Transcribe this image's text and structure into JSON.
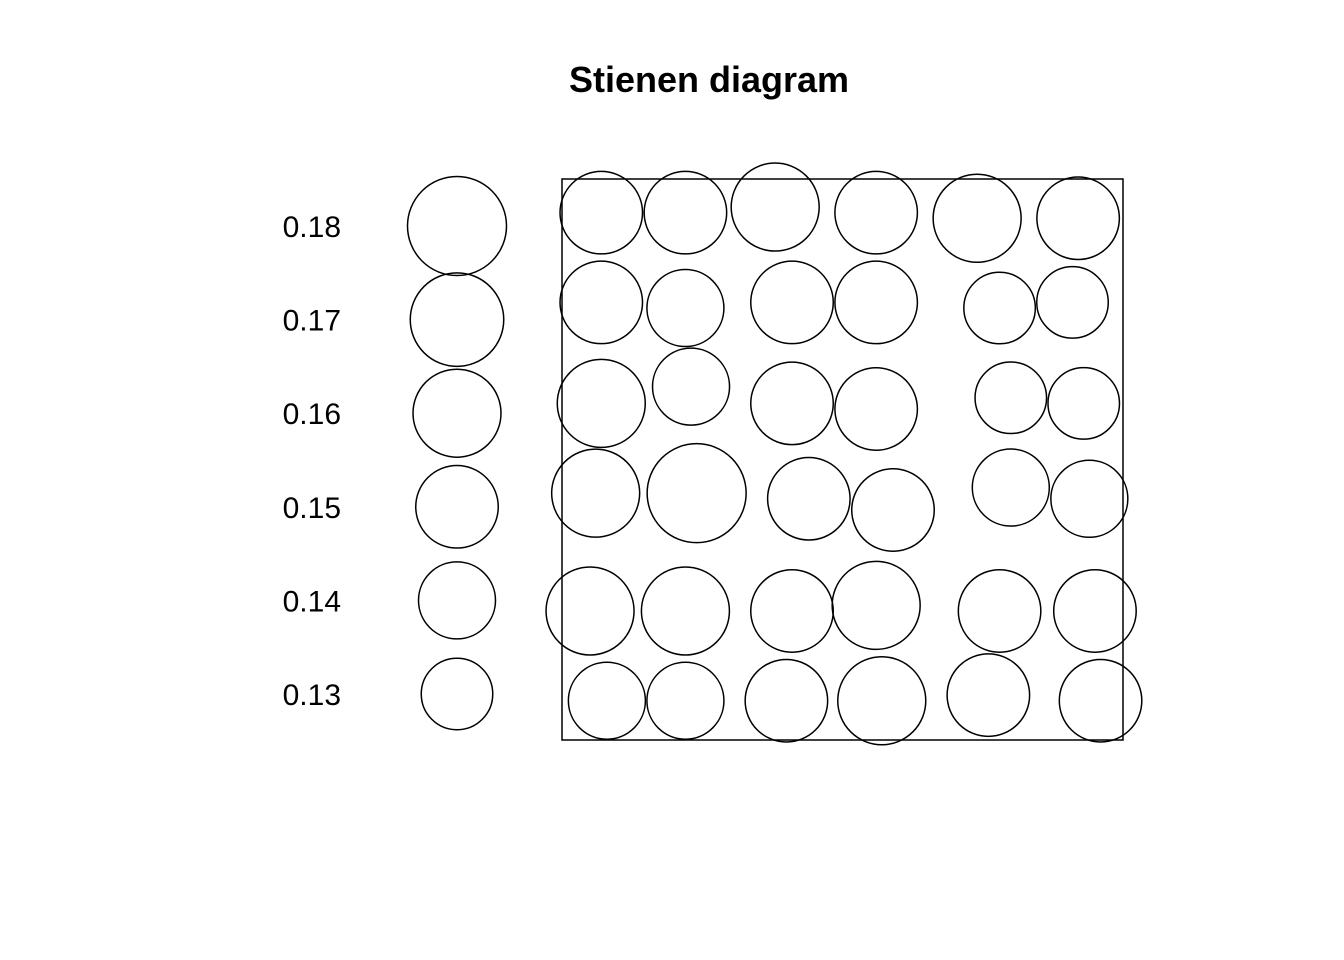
{
  "chart_data": {
    "type": "scatter",
    "title": "Stienen diagram",
    "xlabel": "",
    "ylabel": "",
    "xlim": [
      0,
      1
    ],
    "ylim": [
      0,
      1
    ],
    "grid": false,
    "legend_position": "left",
    "legend": {
      "labels": [
        "0.18",
        "0.17",
        "0.16",
        "0.15",
        "0.14",
        "0.13"
      ],
      "radii": [
        0.18,
        0.17,
        0.16,
        0.15,
        0.14,
        0.13
      ]
    },
    "series": [
      {
        "x": [
          0.07,
          0.22,
          0.38,
          0.56,
          0.74,
          0.92,
          0.07,
          0.22,
          0.41,
          0.56,
          0.78,
          0.91,
          0.07,
          0.23,
          0.41,
          0.56,
          0.8,
          0.93,
          0.06,
          0.24,
          0.44,
          0.59,
          0.8,
          0.94,
          0.05,
          0.22,
          0.41,
          0.56,
          0.78,
          0.95,
          0.08,
          0.22,
          0.4,
          0.57,
          0.76,
          0.96
        ],
        "y": [
          0.94,
          0.94,
          0.95,
          0.94,
          0.93,
          0.93,
          0.78,
          0.77,
          0.78,
          0.78,
          0.77,
          0.78,
          0.6,
          0.63,
          0.6,
          0.59,
          0.61,
          0.6,
          0.44,
          0.44,
          0.43,
          0.41,
          0.45,
          0.43,
          0.23,
          0.23,
          0.23,
          0.24,
          0.23,
          0.23,
          0.07,
          0.07,
          0.07,
          0.07,
          0.08,
          0.07
        ],
        "radius": [
          0.15,
          0.15,
          0.16,
          0.15,
          0.16,
          0.15,
          0.15,
          0.14,
          0.15,
          0.15,
          0.13,
          0.13,
          0.16,
          0.14,
          0.15,
          0.15,
          0.13,
          0.13,
          0.16,
          0.18,
          0.15,
          0.15,
          0.14,
          0.14,
          0.16,
          0.16,
          0.15,
          0.16,
          0.15,
          0.15,
          0.14,
          0.14,
          0.15,
          0.16,
          0.15,
          0.15
        ]
      }
    ]
  }
}
